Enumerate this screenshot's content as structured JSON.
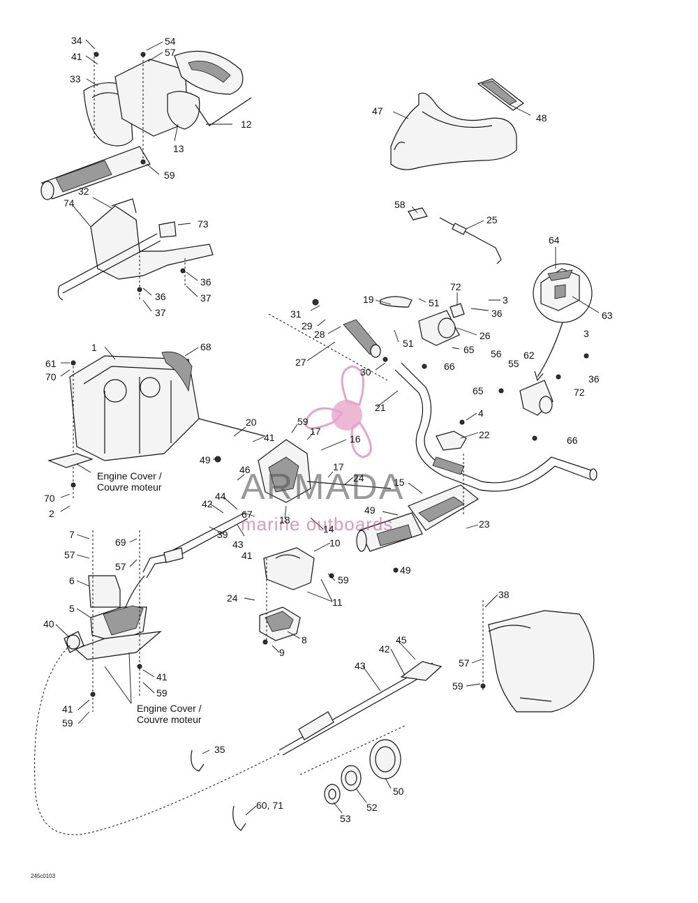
{
  "diagram": {
    "drawing_code": "245c0103",
    "notes": {
      "engine_cover_top": [
        "Engine Cover /",
        "Couvre moteur"
      ],
      "engine_cover_bottom": [
        "Engine Cover /",
        "Couvre moteur"
      ]
    },
    "labels": {
      "l1": "1",
      "l2": "2",
      "l3a": "3",
      "l3b": "3",
      "l4": "4",
      "l5": "5",
      "l6": "6",
      "l7": "7",
      "l8": "8",
      "l9": "9",
      "l10": "10",
      "l11": "11",
      "l12": "12",
      "l13": "13",
      "l14": "14",
      "l15": "15",
      "l16": "16",
      "l17a": "17",
      "l17b": "17",
      "l18": "18",
      "l19": "19",
      "l20": "20",
      "l21": "21",
      "l22": "22",
      "l23": "23",
      "l24a": "24",
      "l24b": "24",
      "l25": "25",
      "l26": "26",
      "l27": "27",
      "l28": "28",
      "l29": "29",
      "l30": "30",
      "l31": "31",
      "l32": "32",
      "l33": "33",
      "l34": "34",
      "l35": "35",
      "l36a": "36",
      "l36b": "36",
      "l36c": "36",
      "l36d": "36",
      "l37a": "37",
      "l37b": "37",
      "l38": "38",
      "l39": "39",
      "l40": "40",
      "l41a": "41",
      "l41b": "41",
      "l41c": "41",
      "l41d": "41",
      "l41e": "41",
      "l42a": "42",
      "l42b": "42",
      "l43a": "43",
      "l43b": "43",
      "l44": "44",
      "l45": "45",
      "l46": "46",
      "l47": "47",
      "l48": "48",
      "l49a": "49",
      "l49b": "49",
      "l49c": "49",
      "l50": "50",
      "l51a": "51",
      "l51b": "51",
      "l52": "52",
      "l53": "53",
      "l54": "54",
      "l55": "55",
      "l56": "56",
      "l57a": "57",
      "l57b": "57",
      "l57c": "57",
      "l57d": "57",
      "l58": "58",
      "l59a": "59",
      "l59b": "59",
      "l59c": "59",
      "l59d": "59",
      "l59e": "59",
      "l59f": "59",
      "l60": "60, 71",
      "l61": "61",
      "l62": "62",
      "l63": "63",
      "l64": "64",
      "l65a": "65",
      "l65b": "65",
      "l66a": "66",
      "l66b": "66",
      "l67": "67",
      "l68": "68",
      "l69": "69",
      "l70a": "70",
      "l70b": "70",
      "l72a": "72",
      "l72b": "72",
      "l73": "73",
      "l74": "74"
    }
  },
  "watermark": {
    "brand": "ARMADA",
    "tagline": "marine outboards",
    "color": "#d25fa3"
  }
}
